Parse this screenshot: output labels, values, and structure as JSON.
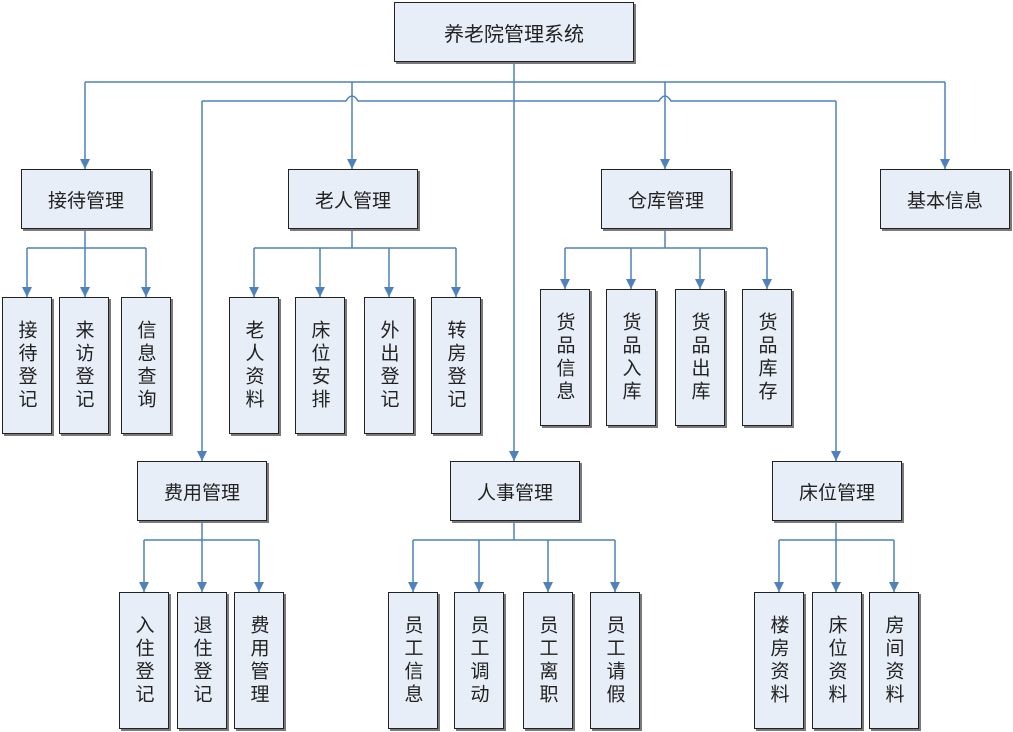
{
  "root": {
    "label": "养老院管理系统"
  },
  "modules": {
    "reception": {
      "label": "接待管理",
      "children": [
        "接待登记",
        "来访登记",
        "信息查询"
      ]
    },
    "elderly": {
      "label": "老人管理",
      "children": [
        "老人资料",
        "床位安排",
        "外出登记",
        "转房登记"
      ]
    },
    "warehouse": {
      "label": "仓库管理",
      "children": [
        "货品信息",
        "货品入库",
        "货品出库",
        "货品库存"
      ]
    },
    "basic": {
      "label": "基本信息"
    },
    "fees": {
      "label": "费用管理",
      "children": [
        "入住登记",
        "退住登记",
        "费用管理"
      ]
    },
    "hr": {
      "label": "人事管理",
      "children": [
        "员工信息",
        "员工调动",
        "员工离职",
        "员工请假"
      ]
    },
    "beds": {
      "label": "床位管理",
      "children": [
        "楼房资料",
        "床位资料",
        "房间资料"
      ]
    }
  },
  "colors": {
    "line": "#4f81bd",
    "box_fill": "#e8eef8",
    "box_border": "#222222"
  }
}
